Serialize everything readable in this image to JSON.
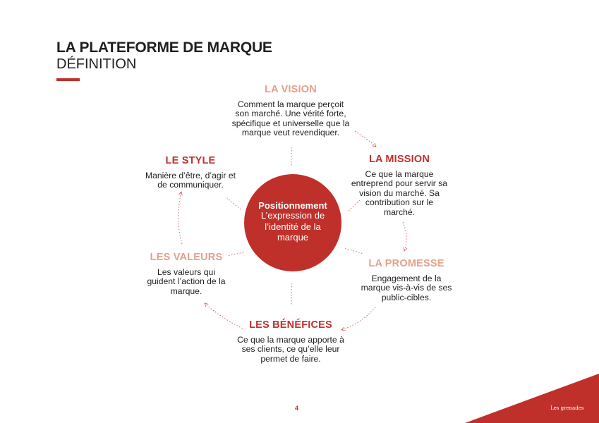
{
  "header": {
    "title": "LA PLATEFORME DE MARQUE",
    "subtitle": "DÉFINITION"
  },
  "center": {
    "title": "Positionnement",
    "text": "L’expression de l’identité de la marque"
  },
  "nodes": [
    {
      "id": "vision",
      "title": "LA VISION",
      "text": "Comment la marque perçoit son marché. Une vérité forte, spécifique et universelle que la marque veut revendiquer."
    },
    {
      "id": "mission",
      "title": "LA MISSION",
      "text": "Ce que la marque entreprend pour servir sa vision du marché. Sa contribution sur le marché."
    },
    {
      "id": "promesse",
      "title": "LA PROMESSE",
      "text": "Engagement de la marque vis-à-vis de ses public-cibles."
    },
    {
      "id": "benefices",
      "title": "LES BÉNÉFICES",
      "text": "Ce que la marque apporte à ses clients, ce qu’elle leur permet de faire."
    },
    {
      "id": "valeurs",
      "title": "LES VALEURS",
      "text": "Les valeurs qui guident l’action de la marque."
    },
    {
      "id": "style",
      "title": "LE STYLE",
      "text": "Manière d’être, d’agir et de communiquer."
    }
  ],
  "colors": {
    "accent": "#c0302b",
    "light_accent": "#e3a08a",
    "text": "#1f1f1f"
  },
  "footer": {
    "page_number": "4",
    "brand": "Les grenades"
  }
}
